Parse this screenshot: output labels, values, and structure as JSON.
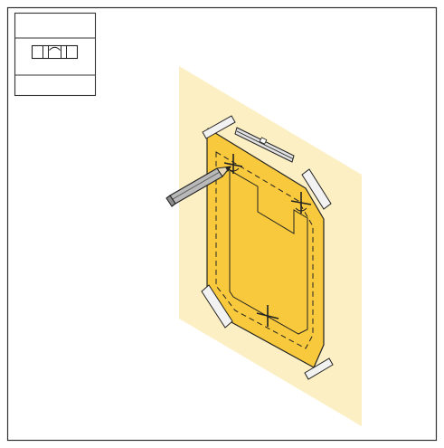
{
  "figure": {
    "type": "installation-diagram",
    "colors": {
      "wall": "#fcefc4",
      "template": "#f8c93c",
      "tape": "#f2f2f2",
      "line": "#222222",
      "frame": "#333333"
    },
    "icons": {
      "inset": "spirit-level-icon",
      "tool": "pencil-icon",
      "holes": "drill-mark-icon"
    },
    "drill_mark_count": 3,
    "tape_strip_count": 4
  }
}
